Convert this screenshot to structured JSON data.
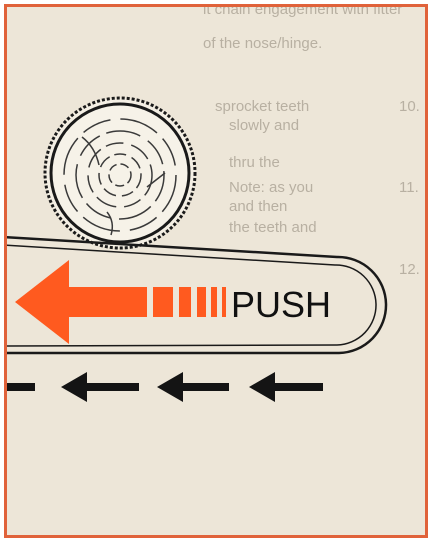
{
  "illustration": {
    "push_label": "PUSH",
    "arrow_color": "#ff5a1f",
    "frame_color": "#e0623a",
    "background_color": "#ede6d8",
    "guide_arrow_color": "#141414"
  },
  "background_text": {
    "lines": [
      "it chain engagement with fitter",
      "of the nose/hinge.",
      "sprocket teeth",
      "slowly and",
      "thru the",
      "Note: as you",
      "and then",
      "the teeth and"
    ],
    "numbers": [
      "10.",
      "11.",
      "12."
    ]
  }
}
